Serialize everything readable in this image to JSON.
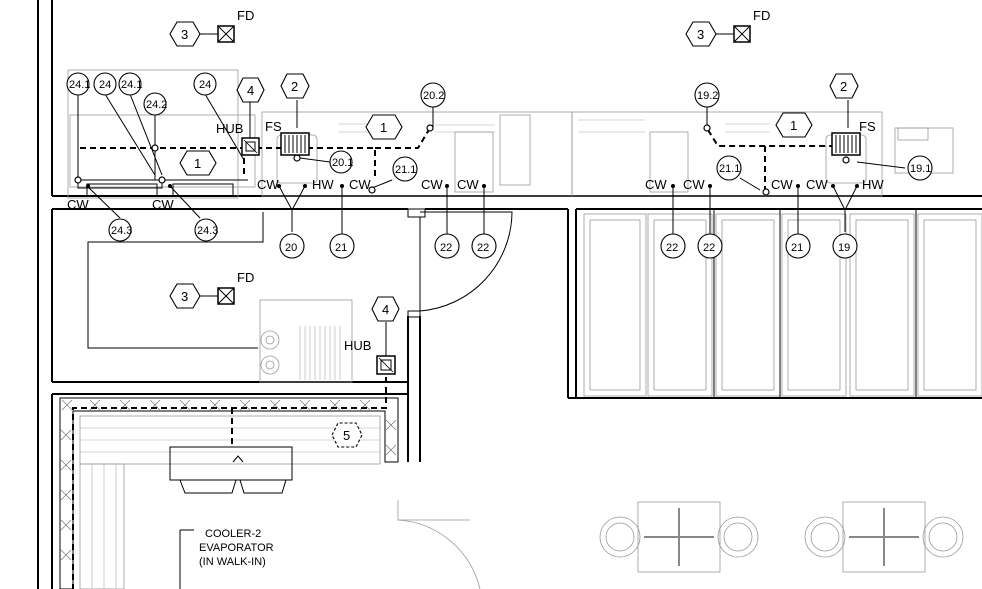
{
  "labels": {
    "fd": "FD",
    "fs": "FS",
    "hub": "HUB",
    "cw": "CW",
    "hw": "HW",
    "cooler_line1": "COOLER-2",
    "cooler_line2": "EVAPORATOR",
    "cooler_line3": "(IN WALK-IN)"
  },
  "hex_tags": {
    "t3": "3",
    "t1": "1",
    "t2": "2",
    "t4": "4",
    "t5": "5"
  },
  "circle_tags": {
    "c24_1": "24.1",
    "c24": "24",
    "c24_2": "24.2",
    "c24_3": "24.3",
    "c20": "20",
    "c20_1": "20.1",
    "c20_2": "20.2",
    "c21": "21",
    "c21_1": "21.1",
    "c22": "22",
    "c19": "19",
    "c19_1": "19.1",
    "c19_2": "19.2"
  }
}
